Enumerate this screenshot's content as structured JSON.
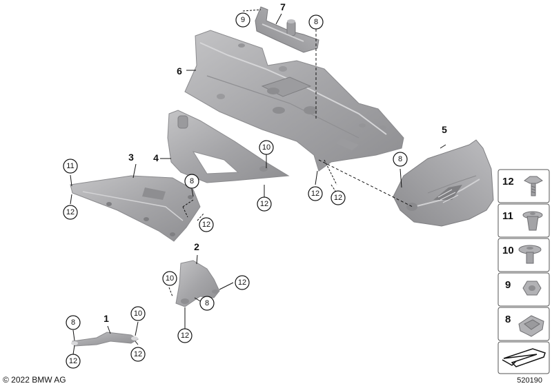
{
  "diagram": {
    "copyright": "© 2022 BMW AG",
    "diagram_id": "520190",
    "callouts": {
      "c9_top": "9",
      "c8_top": "8",
      "c10_part4": "10",
      "c12_part4": "12",
      "c11_part3": "11",
      "c12_part3": "12",
      "c8_mid": "8",
      "c12_mid": "12",
      "c12_part6": "12",
      "c12_part6b": "12",
      "c8_part5": "8",
      "c10_part2": "10",
      "c12_part2": "12",
      "c8_part2": "8",
      "c12_part2b": "12",
      "c8_part1": "8",
      "c10_part1": "10",
      "c12_part1": "12",
      "c12_part1b": "12"
    },
    "part_numbers": {
      "p1": "1",
      "p2": "2",
      "p3": "3",
      "p4": "4",
      "p5": "5",
      "p6": "6",
      "p7": "7"
    },
    "legend": [
      {
        "number": "12",
        "icon": "screw-icon"
      },
      {
        "number": "11",
        "icon": "expanding-rivet-icon"
      },
      {
        "number": "10",
        "icon": "flange-nut-icon"
      },
      {
        "number": "9",
        "icon": "hex-nut-icon"
      },
      {
        "number": "8",
        "icon": "clip-nut-icon"
      }
    ],
    "colors": {
      "part_fill": "#a9a9ab",
      "part_dark": "#7d7d80",
      "part_light": "#c9c9cb",
      "line": "#111111"
    }
  }
}
